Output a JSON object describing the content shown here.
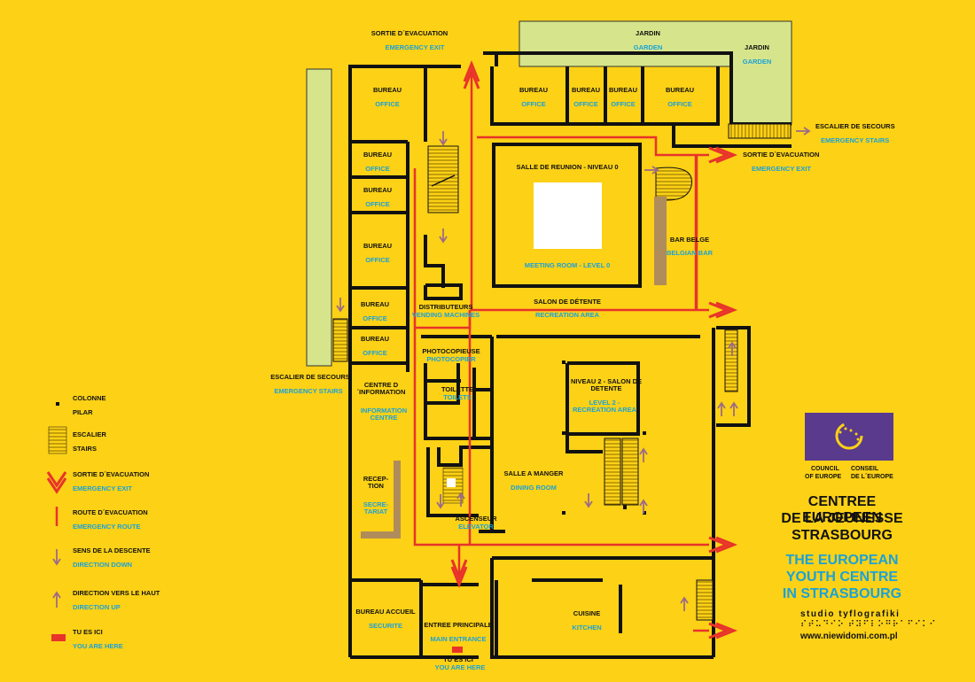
{
  "rooms": {
    "sortie_top": "SORTIE D´EVACUATION",
    "emergency_exit_top": "EMERGENCY EXIT",
    "jardin_1": "JARDIN",
    "garden_1": "GARDEN",
    "jardin_2": "JARDIN",
    "garden_2": "GARDEN",
    "escalier_secours_right": "ESCALIER DE SECOURS",
    "emergency_stairs_right": "EMERGENCY STAIRS",
    "sortie_right": "SORTIE D´EVACUATION",
    "emergency_exit_right": "EMERGENCY EXIT",
    "bureau": "BUREAU",
    "office": "OFFICE",
    "salle_reunion": "SALLE DE  REUNION - NIVEAU 0",
    "meeting_room": "MEETING ROOM - LEVEL 0",
    "bar_belge": "BAR BELGE",
    "belgian_bar": "BELGIAN BAR",
    "distributeurs": "DISTRIBUTEURS",
    "vending": "VENDING MACHINES",
    "salon": "SALON DE DÉTENTE",
    "recreation": "RECREATION AREA",
    "escalier_secours_left": "ESCALIER DE SECOURS",
    "emergency_stairs_left": "EMERGENCY STAIRS",
    "photocopieuse": "PHOTOCOPIEUSE",
    "photocopier": "PHOTOCOPIER",
    "toilette": "TOILETTE",
    "toilets": "TOILETS",
    "centre_info": "CENTRE D´INFORMATION",
    "info_centre": "INFORMATION CENTRE",
    "niveau2": "NIVEAU 2 - SALON DE DETENTE",
    "level2": "LEVEL 2 - RECREATION AREA",
    "reception": "RECEP-TION",
    "secretariat": "SECRE-TARIAT",
    "salle_manger": "SALLE A MANGER",
    "dining": "DINING ROOM",
    "ascenseur": "ASCENSEUR",
    "elevator": "ELEVATOR",
    "bureau_accueil": "BUREAU ACCUEIL",
    "securite": "SECURITE",
    "entree": "ENTREE PRINCIPALE",
    "main_entrance": "MAIN ENTRANCE",
    "tu_es_ici": "TU ES ICI",
    "you_are_here": "YOU ARE HERE",
    "cuisine": "CUISINE",
    "kitchen": "KITCHEN"
  },
  "legend": {
    "colonne": "COLONNE",
    "pilar": "PILAR",
    "escalier": "ESCALIER",
    "stairs": "STAIRS",
    "sortie": "SORTIE D´EVACUATION",
    "emergency_exit": "EMERGENCY EXIT",
    "route": "ROUTE D´EVACUATION",
    "emergency_route": "EMERGENCY ROUTE",
    "sens_descente": "SENS DE LA DESCENTE",
    "direction_down": "DIRECTION DOWN",
    "direction_haut": "DIRECTION VERS LE HAUT",
    "direction_up": "DIRECTION UP",
    "tu_es_ici": "TU ES ICI",
    "you_are_here": "YOU ARE HERE"
  },
  "council": {
    "council": "COUNCIL",
    "of_europe": "OF EUROPE",
    "conseil": "CONSEIL",
    "de_leurope": "DE L´EUROPE"
  },
  "title": {
    "fr_1": "CENTREE EUROPEEN",
    "fr_2": "DE LA JEUNESSE",
    "fr_3": "STRASBOURG",
    "en_1": "THE EUROPEAN",
    "en_2": "YOUTH CENTRE",
    "en_3": "IN STRASBOURG"
  },
  "credits": {
    "studio": "studio tyflografiki",
    "braille": "⠎⠞⠥⠙⠊⠕ ⠞⠽⠋⠇⠕⠛⠗⠁⠋⠊⠅⠊",
    "url": "www.niewidomi.com.pl"
  },
  "colors": {
    "background": "#fcd116",
    "wall": "#111111",
    "route": "#e8332a",
    "garden": "#d6e58b",
    "info_blue": "#1aa2d8",
    "arrow": "#9c6b86",
    "council_purple": "#5a3a8c",
    "you_are_here": "#e8332a"
  }
}
